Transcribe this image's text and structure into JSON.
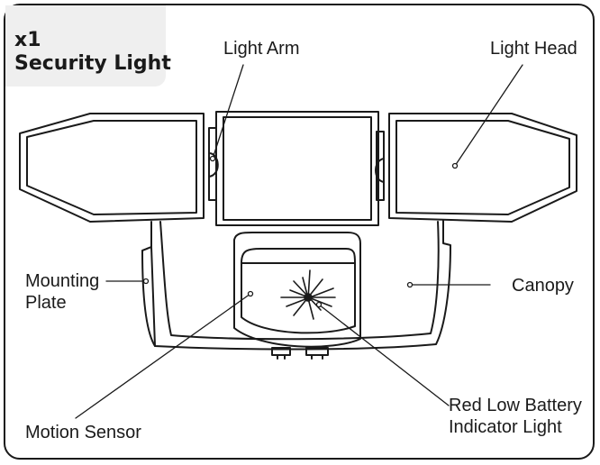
{
  "title": {
    "quantity": "x1",
    "name": "Security Light"
  },
  "labels": {
    "light_arm": "Light Arm",
    "light_head": "Light Head",
    "mounting_plate_line1": "Mounting",
    "mounting_plate_line2": "Plate",
    "canopy": "Canopy",
    "motion_sensor": "Motion Sensor",
    "red_battery_line1": "Red Low Battery",
    "red_battery_line2": "Indicator Light"
  },
  "colors": {
    "stroke": "#1a1a1a",
    "title_bg": "#efefef"
  }
}
